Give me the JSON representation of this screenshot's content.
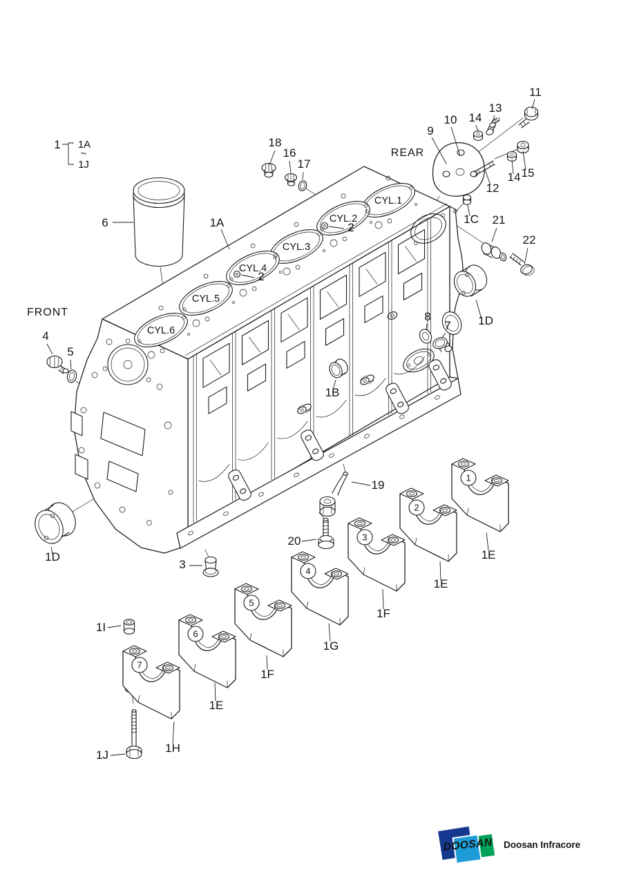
{
  "page": {
    "background": "#ffffff",
    "line_color": "#1a1a1a",
    "text_color": "#111111"
  },
  "diagram": {
    "legend": {
      "item": "1",
      "range_start": "1A",
      "range_sep": "~",
      "range_end": "1J"
    },
    "orientation": {
      "front": "FRONT",
      "rear": "REAR"
    },
    "cylinders": [
      "CYL.1",
      "CYL.2",
      "CYL.3",
      "CYL.4",
      "CYL.5",
      "CYL.6"
    ],
    "cap_numbers": [
      "1",
      "2",
      "3",
      "4",
      "5",
      "6",
      "7"
    ],
    "callouts": {
      "n2": "2",
      "n3": "3",
      "n4": "4",
      "n5": "5",
      "n6": "6",
      "n7": "7",
      "n8": "8",
      "n9": "9",
      "n10": "10",
      "n11": "11",
      "n12": "12",
      "n13": "13",
      "n14": "14",
      "n15": "15",
      "n16": "16",
      "n17": "17",
      "n18": "18",
      "n19": "19",
      "n20": "20",
      "n21": "21",
      "n22": "22",
      "la": "1A",
      "lb": "1B",
      "lc": "1C",
      "ld": "1D",
      "le": "1E",
      "lf": "1F",
      "lg": "1G",
      "lh": "1H",
      "li": "1I",
      "lj": "1J"
    }
  },
  "footer": {
    "logo_text": "DOOSAN",
    "company": "Doosan Infracore",
    "colors": {
      "navy": "#16398f",
      "light_blue": "#1e9cd7",
      "green": "#00a159",
      "wordmark": "#1f3f9b"
    }
  }
}
